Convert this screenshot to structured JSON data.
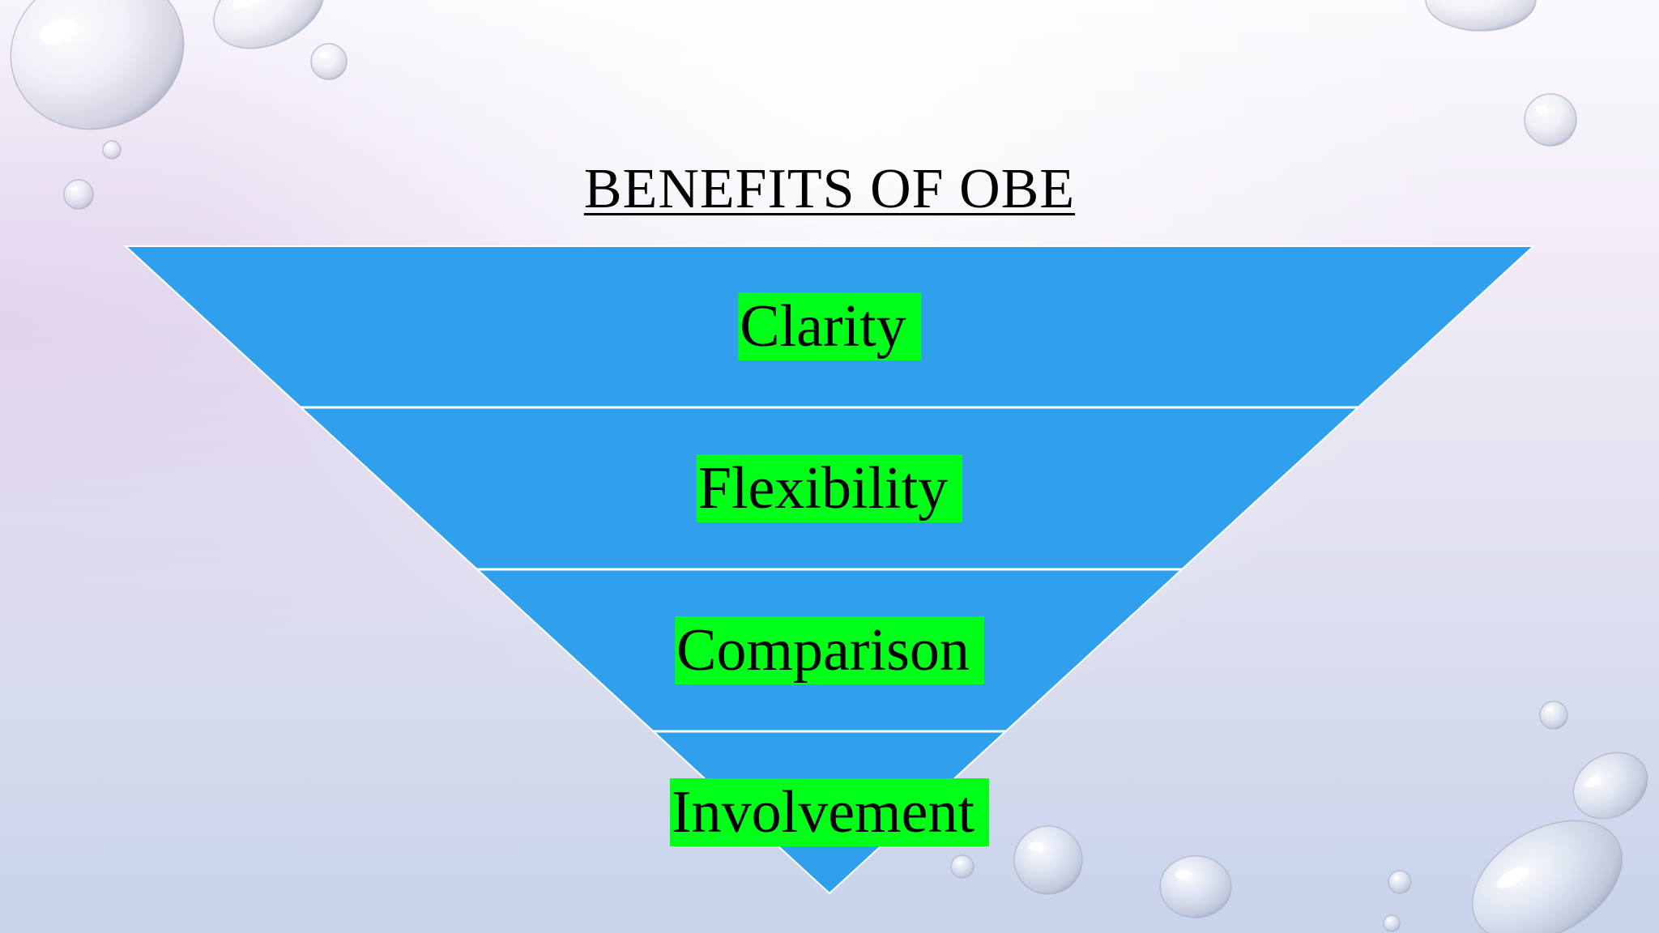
{
  "slide": {
    "title": "BENEFITS OF OBE"
  },
  "funnel": {
    "levels": [
      {
        "label": "Clarity"
      },
      {
        "label": "Flexibility"
      },
      {
        "label": "Comparison"
      },
      {
        "label": "Involvement"
      }
    ]
  },
  "colors": {
    "funnel_fill": "#31a0ec",
    "funnel_separator": "#ffffff",
    "label_highlight": "#00ff19",
    "text": "#000000"
  },
  "decor": {
    "background_icon": "water-droplet-icon"
  }
}
